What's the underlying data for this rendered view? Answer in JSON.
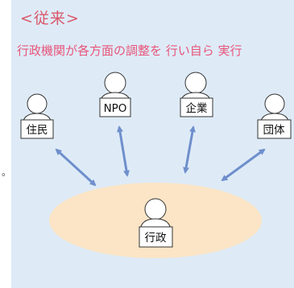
{
  "heading": "<従来>",
  "subtitle": "行政機関が各方面の調整を 行い自ら 実行",
  "dot": "。",
  "colors": {
    "panel": "#deebf7",
    "ellipse": "#fbe5c6",
    "arrow": "#6f8fcc",
    "text_red": "#e8557a"
  },
  "center": {
    "label": "行政",
    "icon": "person-icon"
  },
  "stakeholders": [
    {
      "id": "residents",
      "label": "住民",
      "icon": "person-icon"
    },
    {
      "id": "npo",
      "label": "NPO",
      "icon": "person-icon"
    },
    {
      "id": "business",
      "label": "企業",
      "icon": "person-icon"
    },
    {
      "id": "organization",
      "label": "団体",
      "icon": "person-icon"
    }
  ]
}
